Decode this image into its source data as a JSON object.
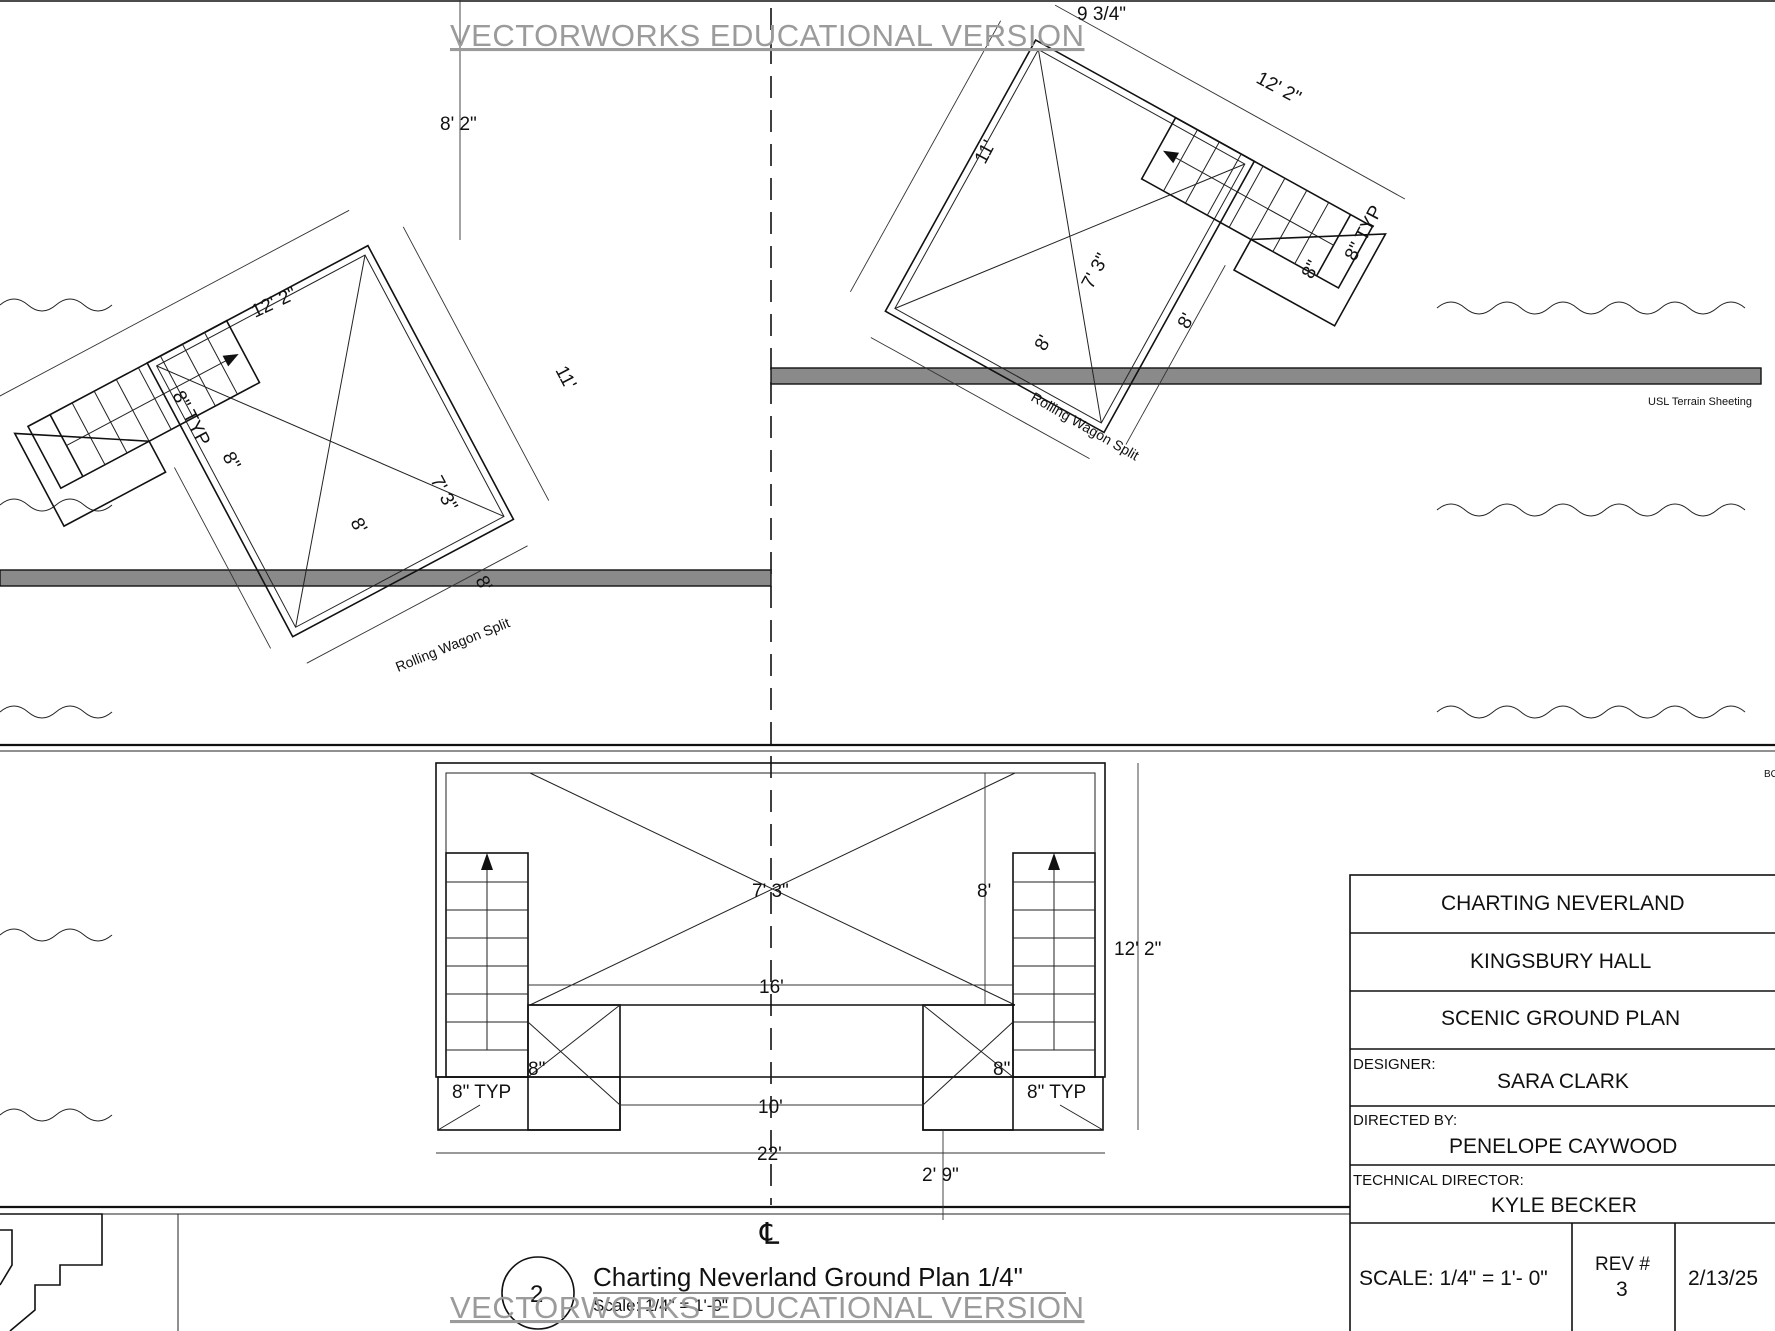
{
  "watermark": "VECTORWORKS EDUCATIONAL VERSION",
  "colors": {
    "line": "#111111",
    "floor_band": "#8a8a8a",
    "watermark": "#9b9b9b"
  },
  "top_left_view": {
    "wagon_label": "Rolling Wagon Split",
    "dims": {
      "offset": "8' 2\"",
      "width": "12' 2\"",
      "depth": "11'",
      "diag": "7' 3\"",
      "stair_typ": "8\" TYP",
      "rise": "8\"",
      "side_8a": "8'",
      "side_8b": "8'"
    }
  },
  "top_right_view": {
    "wagon_label": "Rolling Wagon Split",
    "terrain_label": "USL Terrain Sheeting",
    "dims": {
      "offset": "9 3/4\"",
      "width": "12' 2\"",
      "depth": "11'",
      "diag": "7' 3\"",
      "stair_typ": "8\" TYP",
      "rise": "8\"",
      "side_8a": "8'",
      "side_8b": "8'"
    }
  },
  "bottom_view": {
    "dims": {
      "diag": "7' 3\"",
      "height": "8'",
      "depth": "12' 2\"",
      "inner_width": "16'",
      "gap": "10'",
      "overall": "22'",
      "offset": "2' 9\"",
      "left_rise": "8\"",
      "right_rise": "8\"",
      "left_typ": "8\" TYP",
      "right_typ": "8\" TYP"
    },
    "centerline": "℄"
  },
  "drawing_title": {
    "number": "2",
    "title": "Charting Neverland Ground Plan 1/4\"",
    "scale": "Scale: 1/4\" = 1'-0\""
  },
  "edge_fragment": "BO",
  "title_block": {
    "show": "CHARTING NEVERLAND",
    "venue": "KINGSBURY HALL",
    "sheet": "SCENIC GROUND PLAN",
    "designer_label": "DESIGNER:",
    "designer": "SARA CLARK",
    "director_label": "DIRECTED BY:",
    "director": "PENELOPE CAYWOOD",
    "td_label": "TECHNICAL DIRECTOR:",
    "td": "KYLE BECKER",
    "scale": "SCALE: 1/4\" = 1'- 0\"",
    "rev_label": "REV #",
    "rev": "3",
    "date": "2/13/25"
  }
}
